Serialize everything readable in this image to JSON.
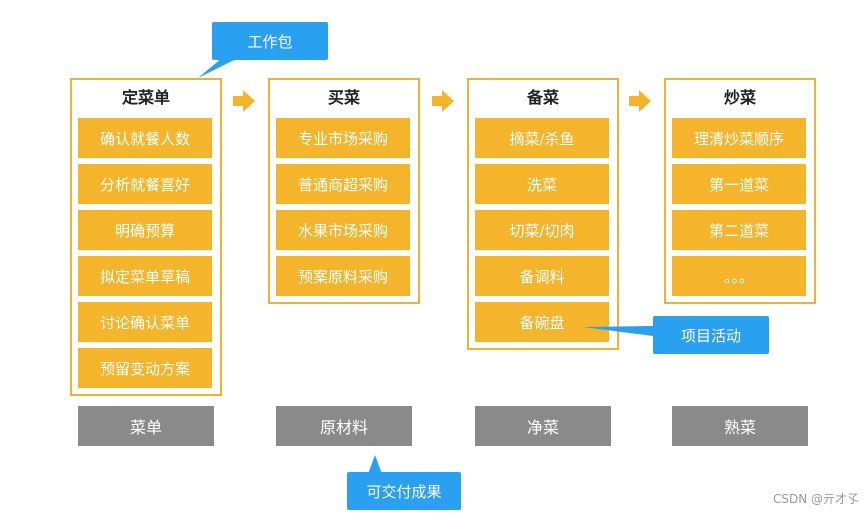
{
  "columns": [
    {
      "title": "定菜单",
      "items": [
        "确认就餐人数",
        "分析就餐喜好",
        "明确预算",
        "拟定菜单草稿",
        "讨论确认菜单",
        "预留变动方案"
      ],
      "output": "菜单"
    },
    {
      "title": "买菜",
      "items": [
        "专业市场采购",
        "普通商超采购",
        "水果市场采购",
        "预案原料采购"
      ],
      "output": "原材料"
    },
    {
      "title": "备菜",
      "items": [
        "摘菜/杀鱼",
        "洗菜",
        "切菜/切肉",
        "备调料",
        "备碗盘"
      ],
      "output": "净菜"
    },
    {
      "title": "炒菜",
      "items": [
        "理清炒菜顺序",
        "第一道菜",
        "第二道菜",
        "。。。"
      ],
      "output": "熟菜"
    }
  ],
  "callouts": {
    "work_package": "工作包",
    "project_activity": "项目活动",
    "deliverable": "可交付成果"
  },
  "watermark": "CSDN @亓才孓",
  "colors": {
    "item_fill": "#f4b52d",
    "column_border": "#f0b235",
    "output_fill": "#8a8a8a",
    "callout_fill": "#2aa0f1",
    "arrow": "#f4b52d"
  }
}
